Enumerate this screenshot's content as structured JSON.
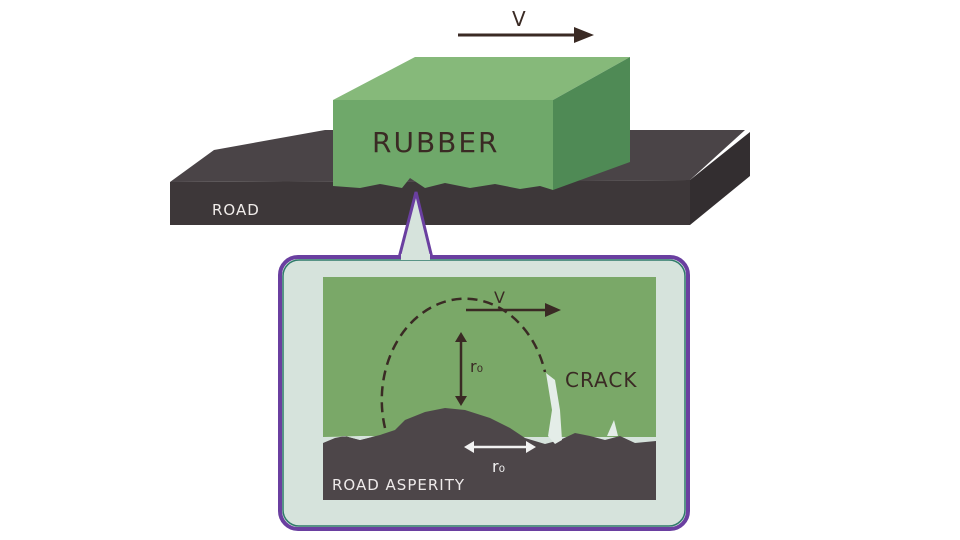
{
  "top": {
    "velocity_label": "V",
    "rubber_label": "RUBBER",
    "road_label": "ROAD"
  },
  "inset": {
    "velocity_label": "V",
    "radius_vertical_label": "r₀",
    "radius_horizontal_label": "r₀",
    "crack_label": "CRACK",
    "asperity_label": "ROAD ASPERITY"
  },
  "colors": {
    "rubber_front": "#6fa86a",
    "rubber_top": "#86b97a",
    "rubber_side": "#4f8a55",
    "road_top": "#4a4447",
    "road_front": "#3d3739",
    "ink": "#3a2a24",
    "inset_bg": "#d6e3dc",
    "inset_border": "#6a3fa0",
    "inset_border2": "#2f7a6a"
  }
}
